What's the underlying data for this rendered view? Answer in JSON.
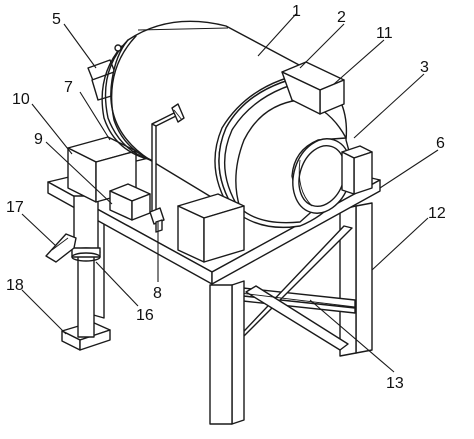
{
  "diagram": {
    "part_labels": [
      "1",
      "2",
      "3",
      "5",
      "6",
      "7",
      "8",
      "9",
      "10",
      "11",
      "12",
      "13",
      "16",
      "17",
      "18"
    ]
  }
}
